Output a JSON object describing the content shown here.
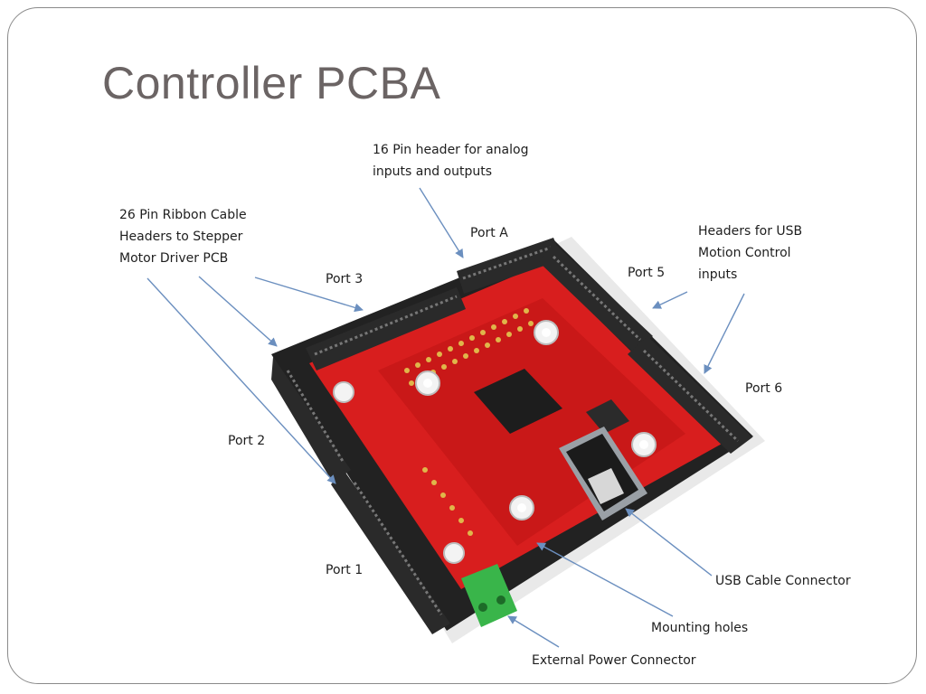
{
  "slide": {
    "title": "Controller PCBA"
  },
  "colors": {
    "title": "#6b6464",
    "board": "#d81e1e",
    "connector": "#1f1f1f",
    "terminal": "#39b54a",
    "arrow": "#6b8fbf"
  },
  "callouts": {
    "header16": {
      "line1": "16 Pin header for analog",
      "line2": "inputs and outputs"
    },
    "ribbon26": {
      "line1": "26 Pin Ribbon Cable",
      "line2": "Headers to Stepper",
      "line3": "Motor Driver PCB"
    },
    "usb_headers": {
      "line1": "Headers for USB",
      "line2": "Motion Control",
      "line3": "inputs"
    },
    "port_a": "Port A",
    "port_3": "Port 3",
    "port_5": "Port 5",
    "port_6": "Port 6",
    "port_2": "Port 2",
    "port_1": "Port 1",
    "usb_cable": "USB Cable Connector",
    "mounting_holes": "Mounting holes",
    "external_power": "External Power Connector"
  }
}
